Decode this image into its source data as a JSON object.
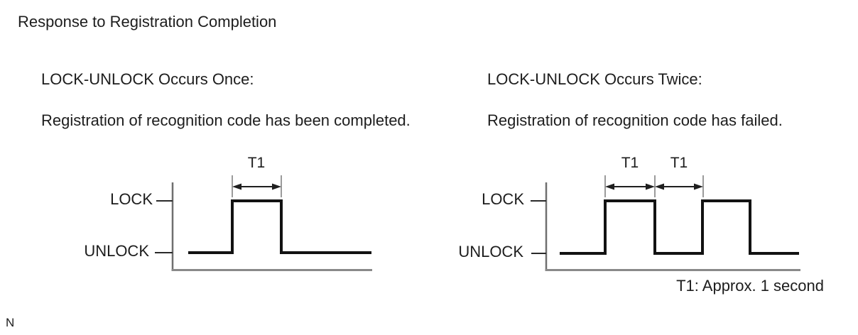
{
  "page": {
    "title": "Response to Registration Completion",
    "footnote_marker": "N"
  },
  "panels": [
    {
      "heading": "LOCK-UNLOCK Occurs Once:",
      "description": "Registration of recognition code has been completed.",
      "diagram": {
        "type": "timing",
        "high_label": "LOCK",
        "low_label": "UNLOCK",
        "pulse_count": 1,
        "intervals": [
          "T1"
        ]
      }
    },
    {
      "heading": "LOCK-UNLOCK Occurs Twice:",
      "description": "Registration of recognition code has failed.",
      "diagram": {
        "type": "timing",
        "high_label": "LOCK",
        "low_label": "UNLOCK",
        "pulse_count": 2,
        "intervals": [
          "T1",
          "T1"
        ]
      }
    }
  ],
  "note": {
    "t1": "T1: Approx. 1 second"
  },
  "colors": {
    "text": "#1d1d1d",
    "waveform": "#121212",
    "axis": "#6f6f6f",
    "dimension_line": "#9b9b9b",
    "background": "#ffffff"
  }
}
